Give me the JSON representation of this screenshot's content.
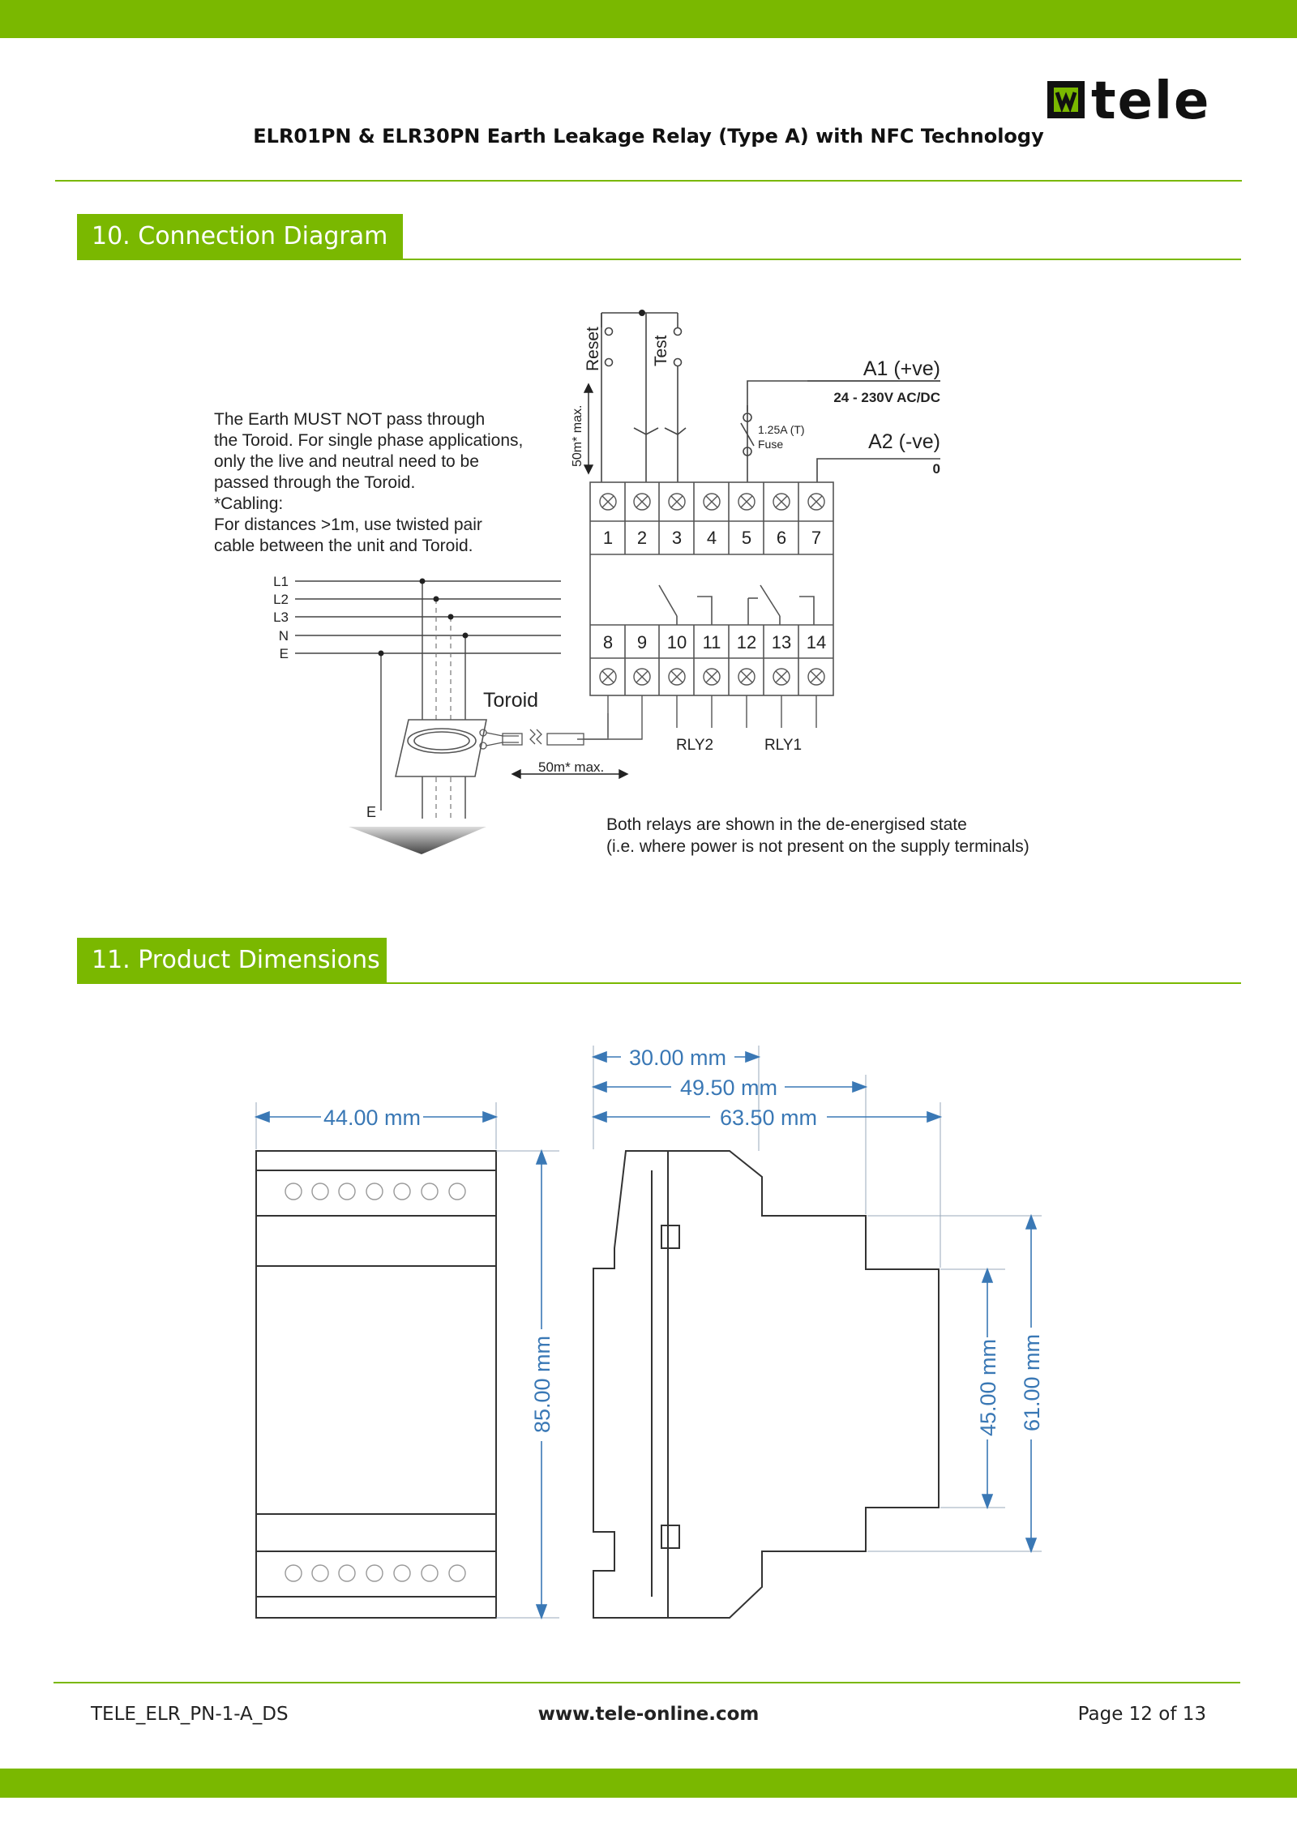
{
  "header": {
    "title": "ELR01PN & ELR30PN Earth Leakage Relay (Type A) with NFC Technology",
    "logo_text": "tele"
  },
  "sections": [
    {
      "heading": "10. Connection Diagram"
    },
    {
      "heading": "11. Product Dimensions"
    }
  ],
  "connection": {
    "note_lines": [
      "The Earth MUST NOT pass through",
      "the Toroid. For single phase applications,",
      "only the live and neutral need to be",
      "passed through the Toroid.",
      "*Cabling:",
      "For distances >1m, use twisted pair",
      "cable between the unit and Toroid."
    ],
    "reset_label": "Reset",
    "test_label": "Test",
    "cable_max_vertical": "50m* max.",
    "a1_label": "A1 (+ve)",
    "supply_label": "24 - 230V AC/DC",
    "fuse_rating": "1.25A (T)",
    "fuse_label": "Fuse",
    "a2_label": "A2 (-ve)",
    "a2_value": "0",
    "top_terminals": [
      "1",
      "2",
      "3",
      "4",
      "5",
      "6",
      "7"
    ],
    "bottom_terminals": [
      "8",
      "9",
      "10",
      "11",
      "12",
      "13",
      "14"
    ],
    "lines": [
      "L1",
      "L2",
      "L3",
      "N",
      "E"
    ],
    "toroid_label": "Toroid",
    "cable_max_horizontal": "50m* max.",
    "rly2_label": "RLY2",
    "rly1_label": "RLY1",
    "earth_label": "E",
    "state_note_lines": [
      "Both relays are shown in the de-energised state",
      "(i.e. where power is not present on the supply terminals)"
    ]
  },
  "dimensions": {
    "front_width": "44.00 mm",
    "height": "85.00 mm",
    "depth_1": "30.00 mm",
    "depth_2": "49.50 mm",
    "depth_3": "63.50 mm",
    "inner_height_1": "45.00 mm",
    "inner_height_2": "61.00 mm"
  },
  "footer": {
    "doc_code": "TELE_ELR_PN-1-A_DS",
    "website": "www.tele-online.com",
    "page": "Page 12 of 13"
  },
  "colors": {
    "brand_green": "#7ab800",
    "dimension_blue": "#3a78b5"
  }
}
